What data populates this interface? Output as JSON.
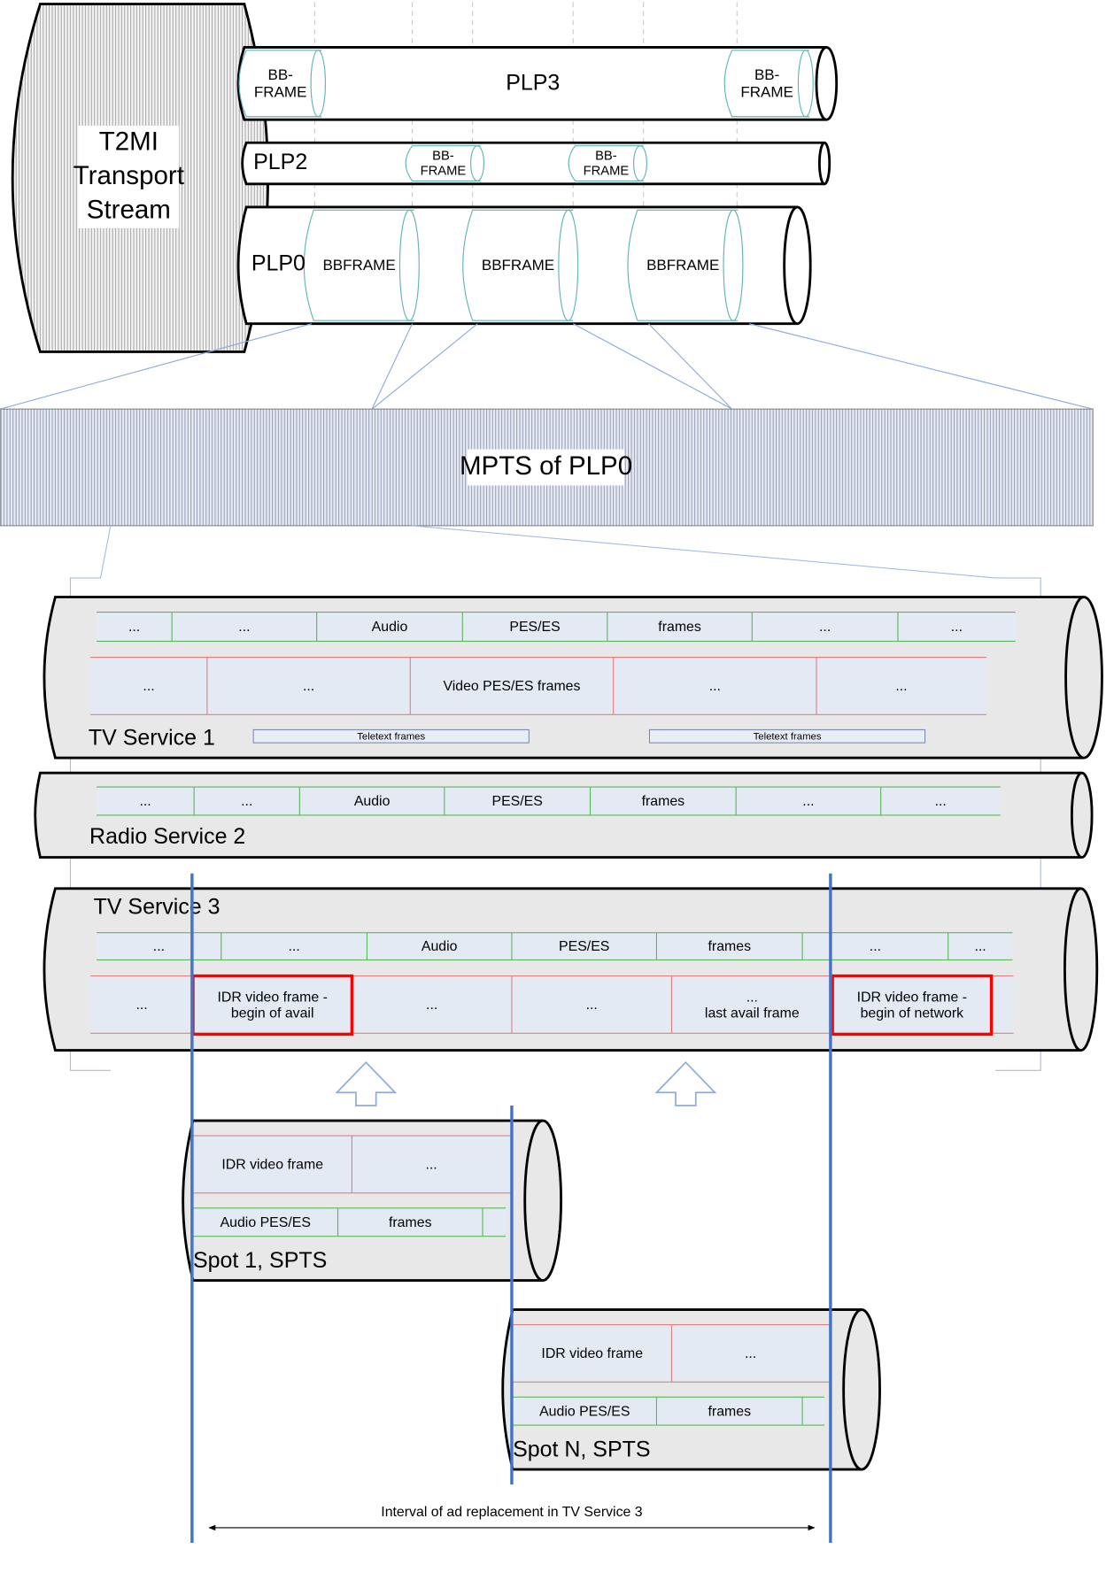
{
  "t2mi": {
    "lines": [
      "T2MI",
      "Transport",
      "Stream"
    ]
  },
  "plp3": {
    "label": "PLP3",
    "frames": [
      "BB-\nFRAME",
      "BB-\nFRAME"
    ]
  },
  "plp2": {
    "label": "PLP2",
    "frames": [
      "BB-\nFRAME",
      "BB-\nFRAME"
    ]
  },
  "plp0": {
    "label": "PLP0",
    "frames": [
      "BBFRAME",
      "BBFRAME",
      "BBFRAME"
    ]
  },
  "mpts": {
    "label": "MPTS of PLP0"
  },
  "tv1": {
    "label": "TV Service 1",
    "audio": [
      "...",
      "...",
      "Audio",
      "PES/ES",
      "frames",
      "...",
      "..."
    ],
    "video": [
      "...",
      "...",
      "Video PES/ES frames",
      "...",
      "..."
    ],
    "teletext": [
      "Teletext frames",
      "Teletext frames"
    ]
  },
  "radio2": {
    "label": "Radio Service 2",
    "audio": [
      "...",
      "...",
      "Audio",
      "PES/ES",
      "frames",
      "...",
      "..."
    ]
  },
  "tv3": {
    "label": "TV Service 3",
    "audio": [
      "...",
      "...",
      "Audio",
      "PES/ES",
      "frames",
      "...",
      "..."
    ],
    "video": [
      "...",
      "IDR video frame -\nbegin of avail",
      "...",
      "...",
      "...\nlast avail frame",
      "IDR video frame -\nbegin of network"
    ]
  },
  "spot1": {
    "label": "Spot 1, SPTS",
    "video": [
      "IDR video frame",
      "..."
    ],
    "audio": [
      "Audio PES/ES",
      "frames",
      ""
    ]
  },
  "spotN": {
    "label": "Spot N, SPTS",
    "video": [
      "IDR video frame",
      "..."
    ],
    "audio": [
      "Audio PES/ES",
      "frames",
      ""
    ]
  },
  "interval": {
    "label": "Interval of ad replacement in TV Service 3"
  },
  "colors": {
    "marker": "#4472c4",
    "highlight": "#ff0000",
    "frame": "#5fb5b5",
    "audio_line": "#5cb85c",
    "video_line": "#e08080",
    "cylinder": "#e8e8e8",
    "cell": "#e4eaf4"
  }
}
